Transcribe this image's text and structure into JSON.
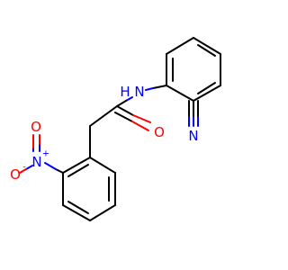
{
  "molecule": {
    "atom_labels": {
      "amide_nh": "N",
      "amide_h": "H",
      "carbonyl_o": "O",
      "nitrile_n": "N",
      "nitro_n": "N",
      "nitro_o_top": "O",
      "nitro_o_minus": "O"
    },
    "charges": {
      "nitro_n_charge": "+",
      "nitro_o_charge": "-"
    },
    "colors": {
      "carbon_bond": "#000000",
      "nitrogen": "#0000ff",
      "oxygen": "#ff0000",
      "background": "#ffffff"
    }
  }
}
